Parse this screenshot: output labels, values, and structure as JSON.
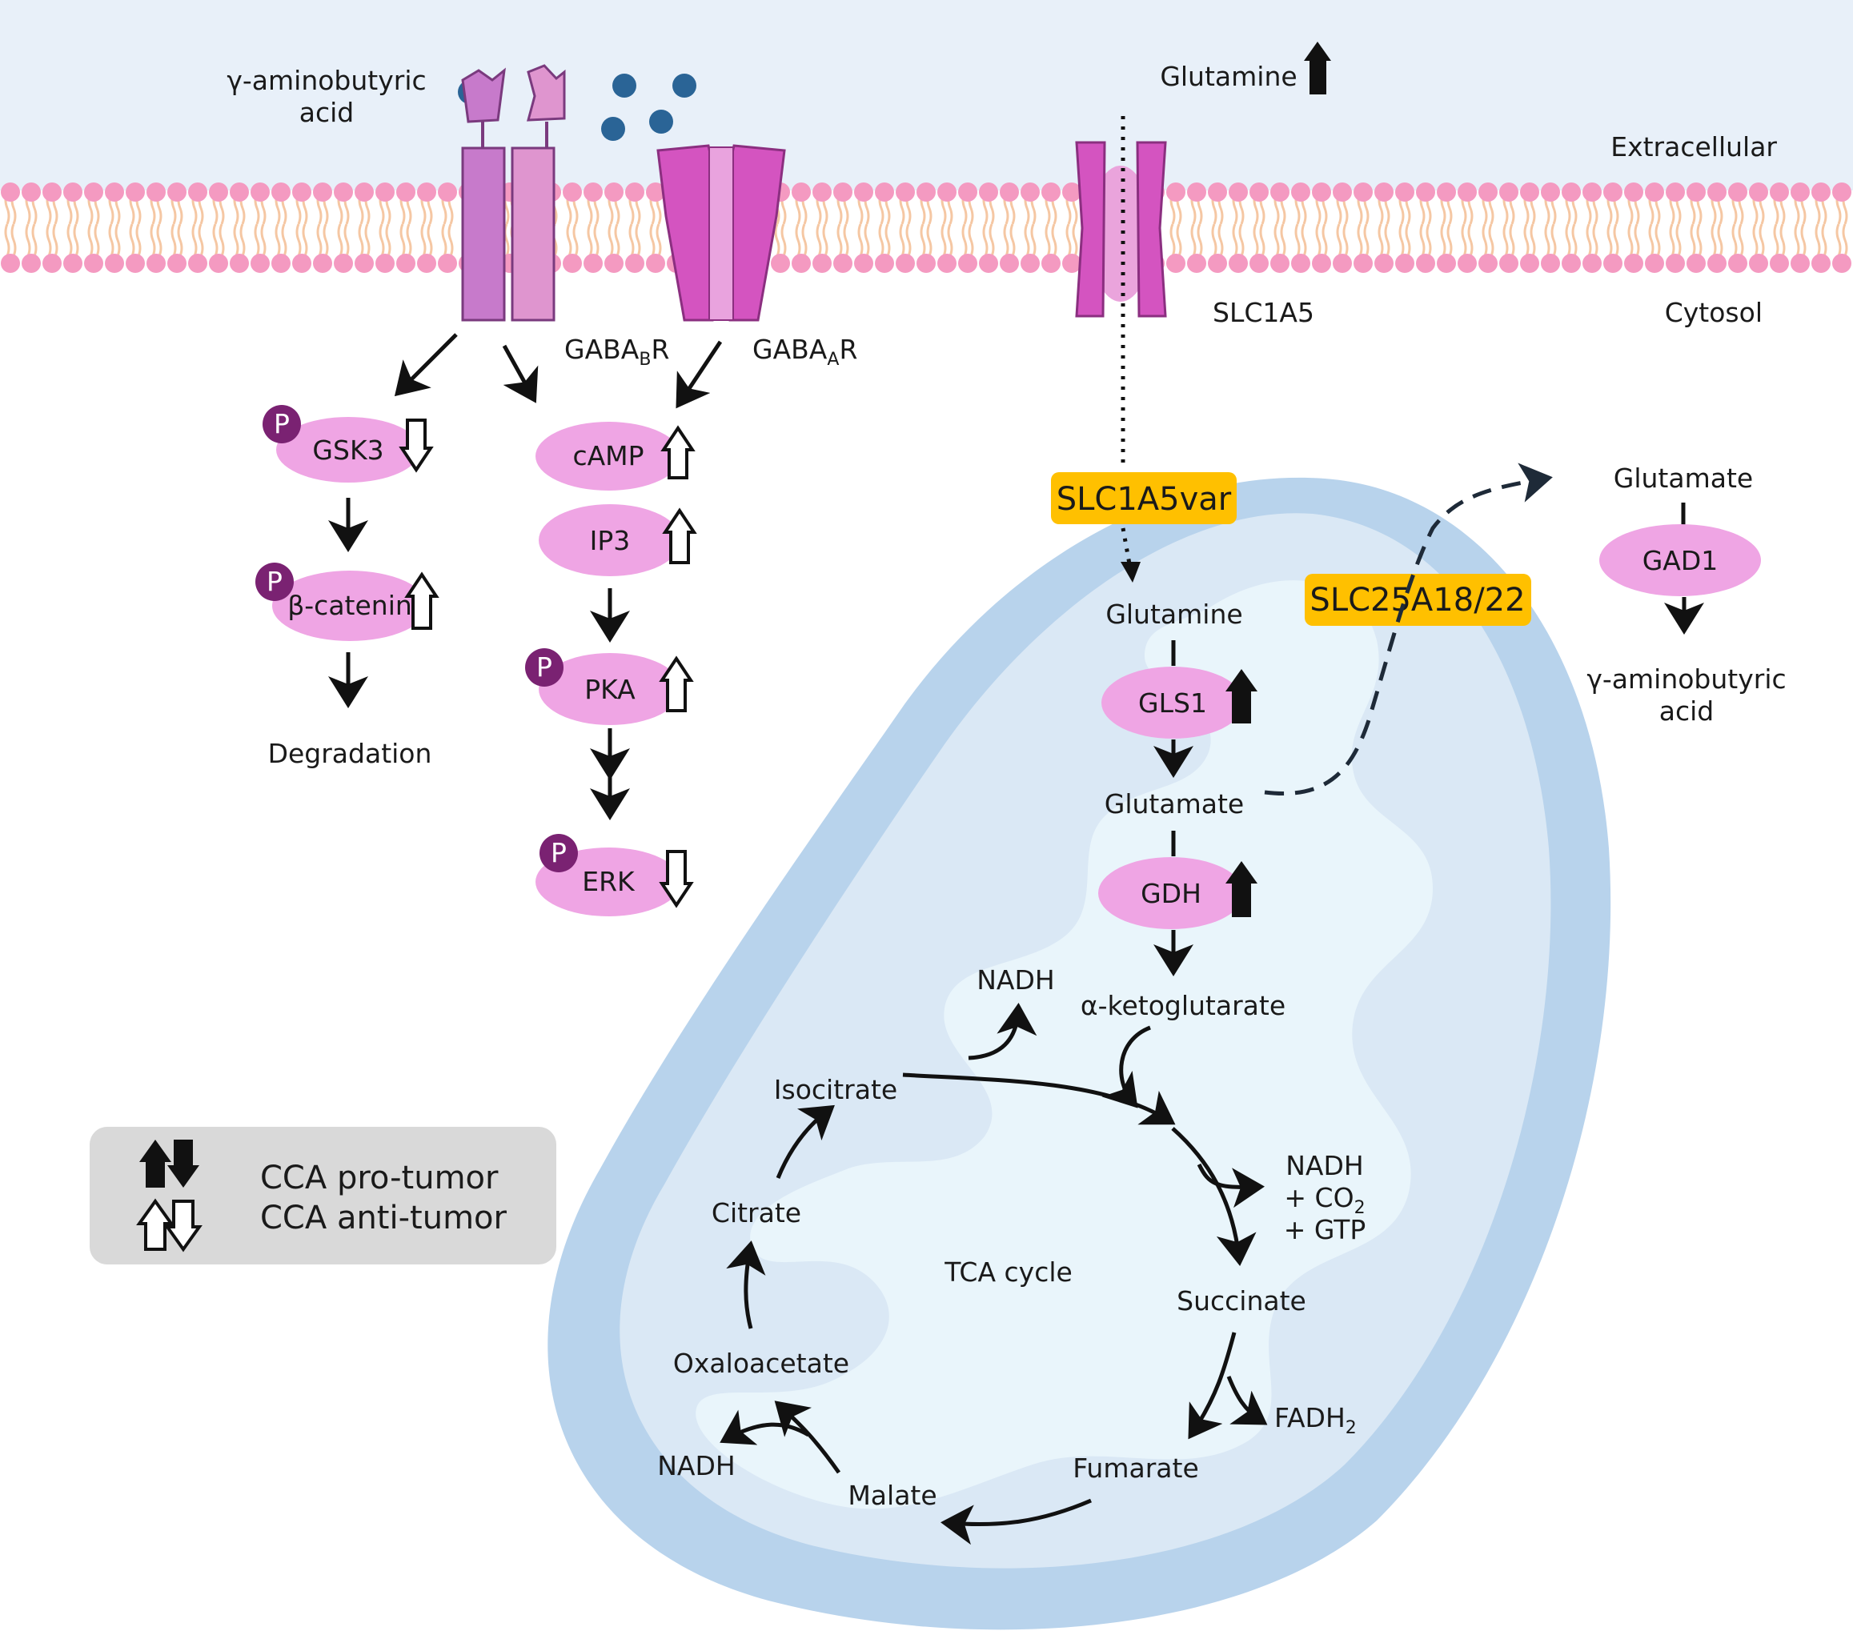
{
  "regions": {
    "extracellular": "Extracellular",
    "cytosol": "Cytosol",
    "tca_cycle": "TCA cycle"
  },
  "gaba_ligand": {
    "label": "γ-aminobutyric acid",
    "line1": "γ-aminobutyric",
    "line2": "acid"
  },
  "receptors": {
    "gabab_main": "GABA",
    "gabab_sub": "B",
    "gabab_tail": "R",
    "gabaa_main": "GABA",
    "gabaa_sub": "A",
    "gabaa_tail": "R",
    "transporter": "SLC1A5"
  },
  "extracellular_glutamine": {
    "label": "Glutamine",
    "trend": "up",
    "effect": "CCA pro-tumor"
  },
  "gabab_pathway": [
    {
      "id": "gsk3",
      "label": "GSK3",
      "phosphorylated": true,
      "trend": "down",
      "effect": "CCA anti-tumor"
    },
    {
      "id": "beta-catenin",
      "label": "β-catenin",
      "phosphorylated": true,
      "trend": "up",
      "effect": "CCA anti-tumor"
    },
    {
      "id": "degradation",
      "label": "Degradation"
    }
  ],
  "gabaa_pathway": [
    {
      "id": "camp",
      "label": "cAMP",
      "trend": "up",
      "effect": "CCA anti-tumor"
    },
    {
      "id": "ip3",
      "label": "IP3",
      "trend": "up",
      "effect": "CCA anti-tumor"
    },
    {
      "id": "pka",
      "label": "PKA",
      "phosphorylated": true,
      "trend": "up",
      "effect": "CCA anti-tumor"
    },
    {
      "id": "erk",
      "label": "ERK",
      "phosphorylated": true,
      "trend": "down",
      "effect": "CCA anti-tumor"
    }
  ],
  "phospho_label": "P",
  "mito_transporters": {
    "slc1a5var": "SLC1A5var",
    "slc25a18": "SLC25A18/22",
    "color": "#FFC000"
  },
  "mito_pathway": {
    "glutamine": "Glutamine",
    "gls1": "GLS1",
    "gls1_trend": "up",
    "glutamate": "Glutamate",
    "gdh": "GDH",
    "gdh_trend": "up",
    "akg": "α-ketoglutarate"
  },
  "cytosol_pathway": {
    "glutamate": "Glutamate",
    "gad1": "GAD1",
    "gaba_line1": "γ-aminobutyric",
    "gaba_line2": "acid"
  },
  "tca": {
    "isocitrate": "Isocitrate",
    "nadh_top": "NADH",
    "nadh_right_line1": "NADH",
    "nadh_right_line2_prefix": "+ CO",
    "nadh_right_line2_sub": "2",
    "nadh_right_line3": "+ GTP",
    "succinate": "Succinate",
    "fadh_main": "FADH",
    "fadh_sub": "2",
    "fumarate": "Fumarate",
    "malate": "Malate",
    "nadh_left": "NADH",
    "oxaloacetate": "Oxaloacetate",
    "citrate": "Citrate"
  },
  "legend": {
    "pro_tumor": "CCA pro-tumor",
    "anti_tumor": "CCA anti-tumor"
  },
  "colors": {
    "extracellular_bg": "#E8F0F9",
    "membrane_head": "#F49AC1",
    "membrane_tail": "#F5C7A3",
    "receptor_dark": "#C77ACB",
    "receptor_light": "#DF95CF",
    "channel": "#D454C0",
    "enzyme": "#EFA5E4",
    "phospho": "#7A2272",
    "ligand_dot": "#2A6496",
    "mito_outer": "#B8D3EC",
    "mito_inner": "#DAE8F5",
    "cristae": "#E9F5FB",
    "legend_bg": "#D9D9D9"
  }
}
